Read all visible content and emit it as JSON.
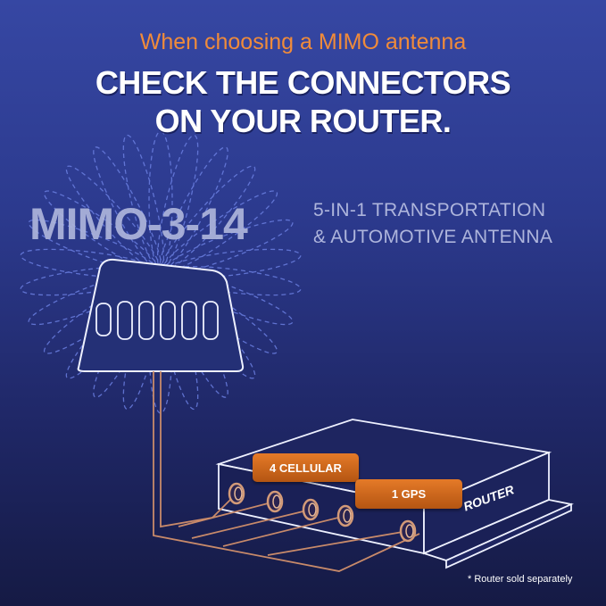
{
  "header": {
    "tagline": "When choosing a MIMO antenna",
    "headline_line1": "CHECK THE CONNECTORS",
    "headline_line2": "ON YOUR ROUTER."
  },
  "product": {
    "model": "MIMO-3-14",
    "subtitle_line1": "5-IN-1 TRANSPORTATION",
    "subtitle_line2": "& AUTOMOTIVE ANTENNA"
  },
  "diagram": {
    "cellular_label": "4 CELLULAR",
    "gps_label": "1 GPS",
    "router_label": "ROUTER"
  },
  "footnote": "* Router sold separately",
  "colors": {
    "accent": "#f08b3a",
    "copper": "#c88a6a",
    "outline": "#e8ecff"
  }
}
